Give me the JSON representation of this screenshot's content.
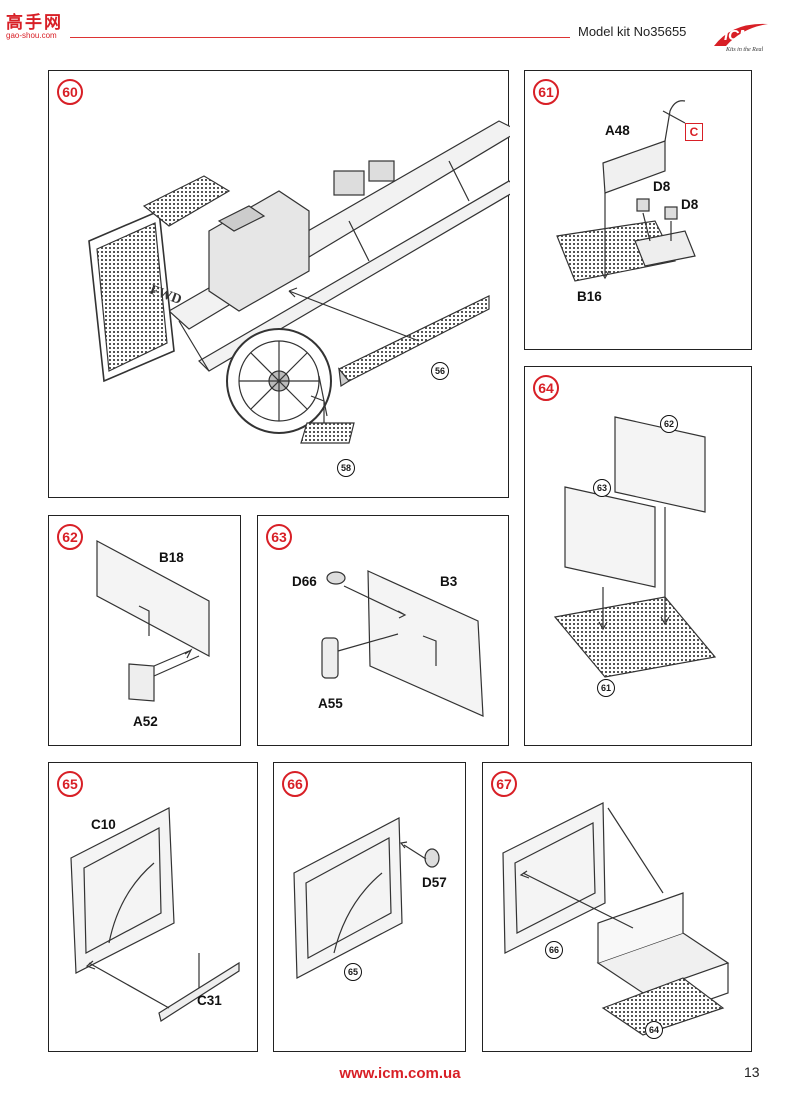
{
  "header": {
    "watermark_text": "高手网",
    "watermark_sub": "gao-shou.com",
    "model_kit": "Model kit No35655",
    "brand": "ICM",
    "brand_tagline": "Kits in the Real"
  },
  "steps": [
    {
      "number": "60",
      "refs": [
        "56",
        "58"
      ],
      "part_labels": []
    },
    {
      "number": "61",
      "refs": [],
      "part_labels": [
        "A48",
        "D8",
        "D8",
        "B16"
      ],
      "sprue_box": "C"
    },
    {
      "number": "64",
      "refs": [
        "62",
        "63",
        "61"
      ],
      "part_labels": []
    },
    {
      "number": "62",
      "refs": [],
      "part_labels": [
        "B18",
        "A52"
      ]
    },
    {
      "number": "63",
      "refs": [],
      "part_labels": [
        "D66",
        "B3",
        "A55"
      ]
    },
    {
      "number": "65",
      "refs": [],
      "part_labels": [
        "C10",
        "C31"
      ]
    },
    {
      "number": "66",
      "refs": [
        "65"
      ],
      "part_labels": [
        "D57"
      ]
    },
    {
      "number": "67",
      "refs": [
        "66",
        "64"
      ],
      "part_labels": []
    }
  ],
  "vehicle_text": "FWD",
  "colors": {
    "accent": "#d81f26"
  },
  "footer": {
    "url": "www.icm.com.ua",
    "page": "13"
  }
}
